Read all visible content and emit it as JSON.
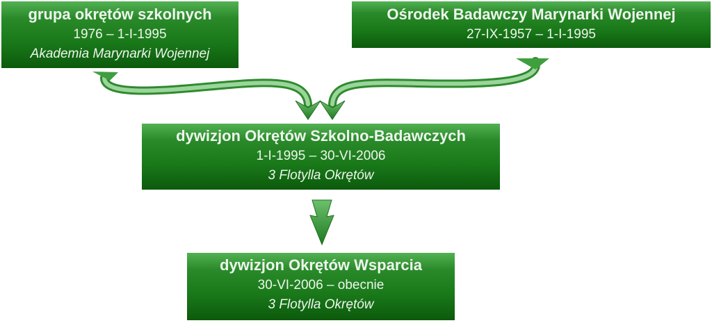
{
  "nodes": [
    {
      "title": "grupa okrętów szkolnych",
      "dates": "1976 – 1-I-1995",
      "parent": "Akademia Marynarki Wojennej"
    },
    {
      "title": "Ośrodek Badawczy Marynarki Wojennej",
      "dates": "27-IX-1957 – 1-I-1995"
    },
    {
      "title": "dywizjon Okrętów Szkolno-Badawczych",
      "dates": "1-I-1995 – 30-VI-2006",
      "parent": "3 Flotylla Okrętów"
    },
    {
      "title": "dywizjon Okrętów Wsparcia",
      "dates": "30-VI-2006 – obecnie",
      "parent": "3 Flotylla Okrętów"
    }
  ],
  "colors": {
    "box_top": "#52b152",
    "box_bottom": "#0c5a0c",
    "text": "#eef5ee",
    "arrow": "#3f9f3f"
  }
}
